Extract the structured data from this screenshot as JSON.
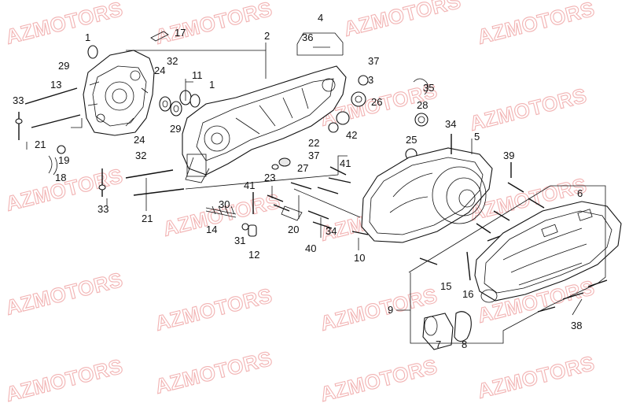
{
  "watermark": {
    "text": "AZMOTORS",
    "color": "#f2b3b3"
  },
  "diagram": {
    "callouts": [
      {
        "id": "c1a",
        "text": "1"
      },
      {
        "id": "c1b",
        "text": "1"
      },
      {
        "id": "c2",
        "text": "2"
      },
      {
        "id": "c3",
        "text": "3"
      },
      {
        "id": "c4",
        "text": "4"
      },
      {
        "id": "c5",
        "text": "5"
      },
      {
        "id": "c6",
        "text": "6"
      },
      {
        "id": "c7",
        "text": "7"
      },
      {
        "id": "c8",
        "text": "8"
      },
      {
        "id": "c9",
        "text": "9"
      },
      {
        "id": "c10",
        "text": "10"
      },
      {
        "id": "c11",
        "text": "11"
      },
      {
        "id": "c12",
        "text": "12"
      },
      {
        "id": "c13",
        "text": "13"
      },
      {
        "id": "c14",
        "text": "14"
      },
      {
        "id": "c15",
        "text": "15"
      },
      {
        "id": "c16",
        "text": "16"
      },
      {
        "id": "c17",
        "text": "17"
      },
      {
        "id": "c18",
        "text": "18"
      },
      {
        "id": "c19",
        "text": "19"
      },
      {
        "id": "c20",
        "text": "20"
      },
      {
        "id": "c21a",
        "text": "21"
      },
      {
        "id": "c21b",
        "text": "21"
      },
      {
        "id": "c22",
        "text": "22"
      },
      {
        "id": "c23",
        "text": "23"
      },
      {
        "id": "c24a",
        "text": "24"
      },
      {
        "id": "c24b",
        "text": "24"
      },
      {
        "id": "c25",
        "text": "25"
      },
      {
        "id": "c26",
        "text": "26"
      },
      {
        "id": "c27",
        "text": "27"
      },
      {
        "id": "c28",
        "text": "28"
      },
      {
        "id": "c29a",
        "text": "29"
      },
      {
        "id": "c29b",
        "text": "29"
      },
      {
        "id": "c30",
        "text": "30"
      },
      {
        "id": "c31",
        "text": "31"
      },
      {
        "id": "c32a",
        "text": "32"
      },
      {
        "id": "c32b",
        "text": "32"
      },
      {
        "id": "c33a",
        "text": "33"
      },
      {
        "id": "c33b",
        "text": "33"
      },
      {
        "id": "c34a",
        "text": "34"
      },
      {
        "id": "c34b",
        "text": "34"
      },
      {
        "id": "c35",
        "text": "35"
      },
      {
        "id": "c36",
        "text": "36"
      },
      {
        "id": "c37a",
        "text": "37"
      },
      {
        "id": "c37b",
        "text": "37"
      },
      {
        "id": "c38",
        "text": "38"
      },
      {
        "id": "c39",
        "text": "39"
      },
      {
        "id": "c40",
        "text": "40"
      },
      {
        "id": "c41a",
        "text": "41"
      },
      {
        "id": "c41b",
        "text": "41"
      },
      {
        "id": "c42",
        "text": "42"
      }
    ]
  }
}
